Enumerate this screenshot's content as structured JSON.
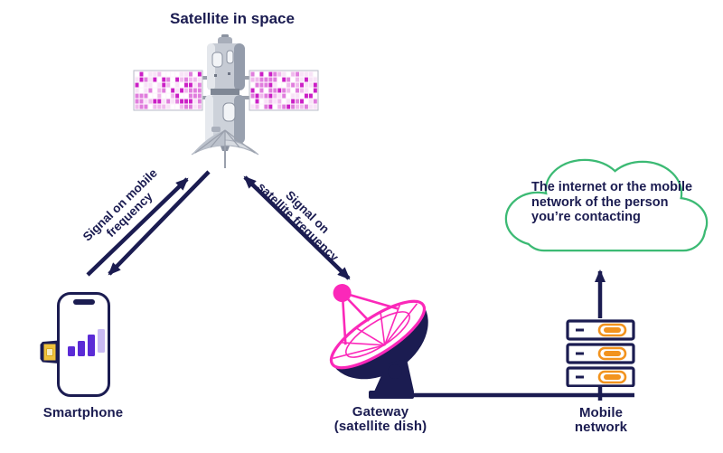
{
  "title": "Satellite in space",
  "links": {
    "mobile_frequency_label": [
      "Signal on mobile",
      "frequency"
    ],
    "satellite_frequency_label": [
      "Signal on",
      "satellite frequency"
    ]
  },
  "nodes": {
    "smartphone_label": "Smartphone",
    "gateway_label": [
      "Gateway",
      "(satellite dish)"
    ],
    "mobile_network_label": [
      "Mobile",
      "network"
    ],
    "cloud_lines": [
      "The internet or",
      "the mobile network",
      "of the person you’re",
      "contacting"
    ]
  },
  "colors": {
    "navy": "#1b1c51",
    "pink": "#fb28b9",
    "magenta_strong": "#cb1fc6",
    "magenta_mid": "#e07ddd",
    "magenta_light": "#f0b9ed",
    "magenta_faint": "#f8e3f7",
    "panel_border": "#b9bec9",
    "green": "#3cba74",
    "orange": "#f2931e",
    "purple": "#5b2bd6",
    "purple_light": "#c9baf4",
    "gold": "#f0c23c"
  }
}
